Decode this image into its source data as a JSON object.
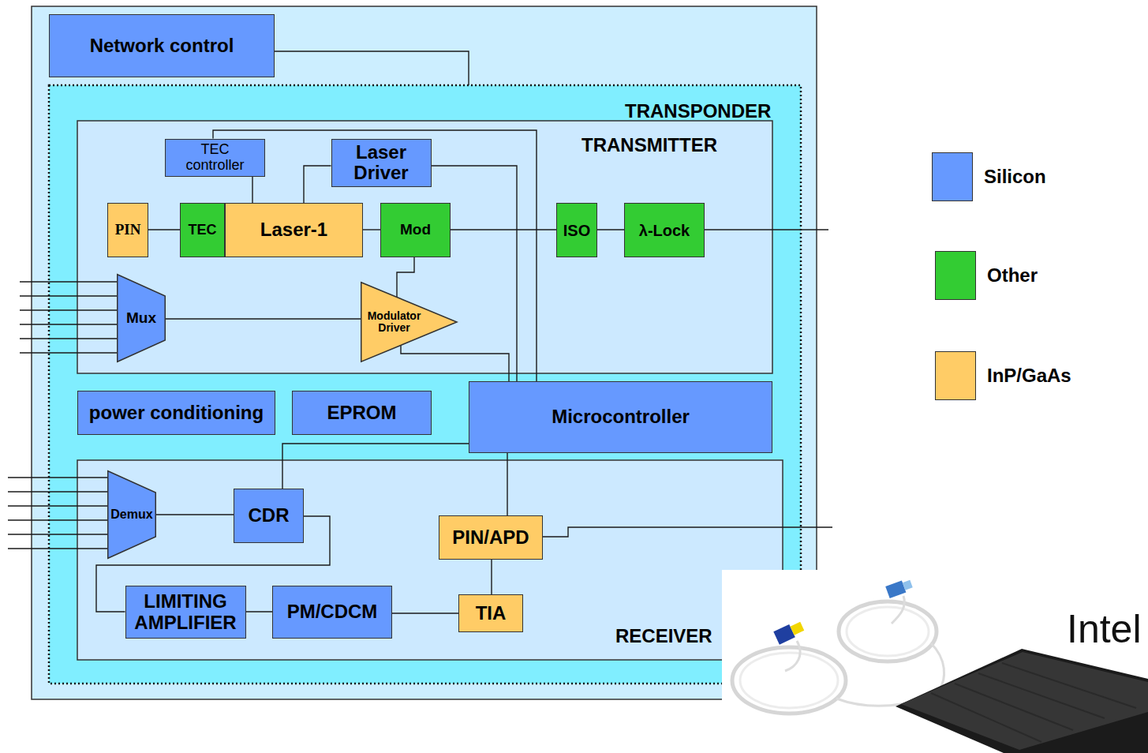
{
  "diagram": {
    "nodes": [
      {
        "text": [
          "Network control"
        ]
      },
      {
        "text": [
          "TRANSPONDER"
        ]
      },
      {
        "text": [
          "TRANSMITTER"
        ],
        "in": 1
      },
      {
        "text": [
          "TEC controller"
        ],
        "in": 2
      },
      {
        "text": [
          "Laser Driver"
        ],
        "in": 2
      },
      {
        "text": [
          "PIN"
        ],
        "in": 2
      },
      {
        "text": [
          "TEC"
        ],
        "in": 2
      },
      {
        "text": [
          "Laser-1"
        ],
        "in": 2
      },
      {
        "text": [
          "Mod"
        ],
        "in": 2
      },
      {
        "text": [
          "ISO"
        ],
        "in": 2
      },
      {
        "text": [
          "λ-Lock"
        ],
        "in": 2
      },
      {
        "text": [
          "Mux"
        ],
        "in": 2
      },
      {
        "text": [
          "Modulator Driver"
        ],
        "in": 2
      },
      {
        "text": [
          "power conditioning"
        ],
        "in": 1
      },
      {
        "text": [
          "EPROM"
        ],
        "in": 1
      },
      {
        "text": [
          "Microcontroller"
        ],
        "in": 1
      },
      {
        "text": [
          "RECEIVER"
        ],
        "in": 1
      },
      {
        "text": [
          "Demux"
        ],
        "in": 16
      },
      {
        "text": [
          "CDR"
        ],
        "in": 16
      },
      {
        "text": [
          "PIN/APD"
        ],
        "in": 16
      },
      {
        "text": [
          "LIMITING AMPLIFIER"
        ],
        "in": 16
      },
      {
        "text": [
          "PM/CDCM"
        ],
        "in": 16
      },
      {
        "text": [
          "TIA"
        ],
        "in": 16
      }
    ],
    "edges": [
      {
        "from": 0,
        "to": 1,
        "arrow": "none"
      },
      {
        "from": 3,
        "to": 7,
        "arrow": "none"
      },
      {
        "from": 4,
        "to": 7,
        "arrow": "none"
      },
      {
        "from": 5,
        "to": 6,
        "arrow": "none"
      },
      {
        "from": 7,
        "to": 8,
        "arrow": "none"
      },
      {
        "from": 8,
        "to": 9,
        "arrow": "none"
      },
      {
        "from": 9,
        "to": 10,
        "arrow": "none"
      },
      {
        "from": 8,
        "to": 12,
        "arrow": "none"
      },
      {
        "from": 11,
        "to": 12,
        "arrow": "none"
      },
      {
        "from": 3,
        "to": 15,
        "arrow": "none"
      },
      {
        "from": 4,
        "to": 15,
        "arrow": "none"
      },
      {
        "from": 12,
        "to": 15,
        "arrow": "none"
      },
      {
        "from": 15,
        "to": 18,
        "arrow": "none"
      },
      {
        "from": 15,
        "to": 19,
        "arrow": "none"
      },
      {
        "from": 17,
        "to": 18,
        "arrow": "none"
      },
      {
        "from": 18,
        "to": 20,
        "arrow": "none"
      },
      {
        "from": 20,
        "to": 21,
        "arrow": "none"
      },
      {
        "from": 21,
        "to": 22,
        "arrow": "none"
      },
      {
        "from": 22,
        "to": 19,
        "arrow": "none"
      }
    ],
    "labels": [
      "Intel"
    ],
    "legend": [
      {
        "text": "Silicon",
        "color": "#6699ff"
      },
      {
        "text": "Other",
        "color": "#33cc33"
      },
      {
        "text": "InP/GaAs",
        "color": "#ffcc66"
      }
    ]
  }
}
